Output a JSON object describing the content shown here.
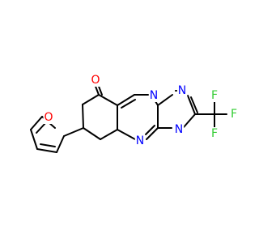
{
  "molecule": {
    "atoms": {
      "carbonyl_oxygen": {
        "symbol": "O",
        "color": "#ff0000"
      },
      "furan_oxygen": {
        "symbol": "O",
        "color": "#ff0000"
      },
      "n1": {
        "symbol": "N",
        "color": "#0000ff"
      },
      "n2": {
        "symbol": "N",
        "color": "#0000ff"
      },
      "n3": {
        "symbol": "N",
        "color": "#0000ff"
      },
      "n4": {
        "symbol": "N",
        "color": "#0000ff"
      },
      "f_top": {
        "symbol": "F",
        "color": "#33cc33"
      },
      "f_right": {
        "symbol": "F",
        "color": "#33cc33"
      },
      "f_bottom": {
        "symbol": "F",
        "color": "#33cc33"
      }
    },
    "bond_color": "#000000"
  }
}
